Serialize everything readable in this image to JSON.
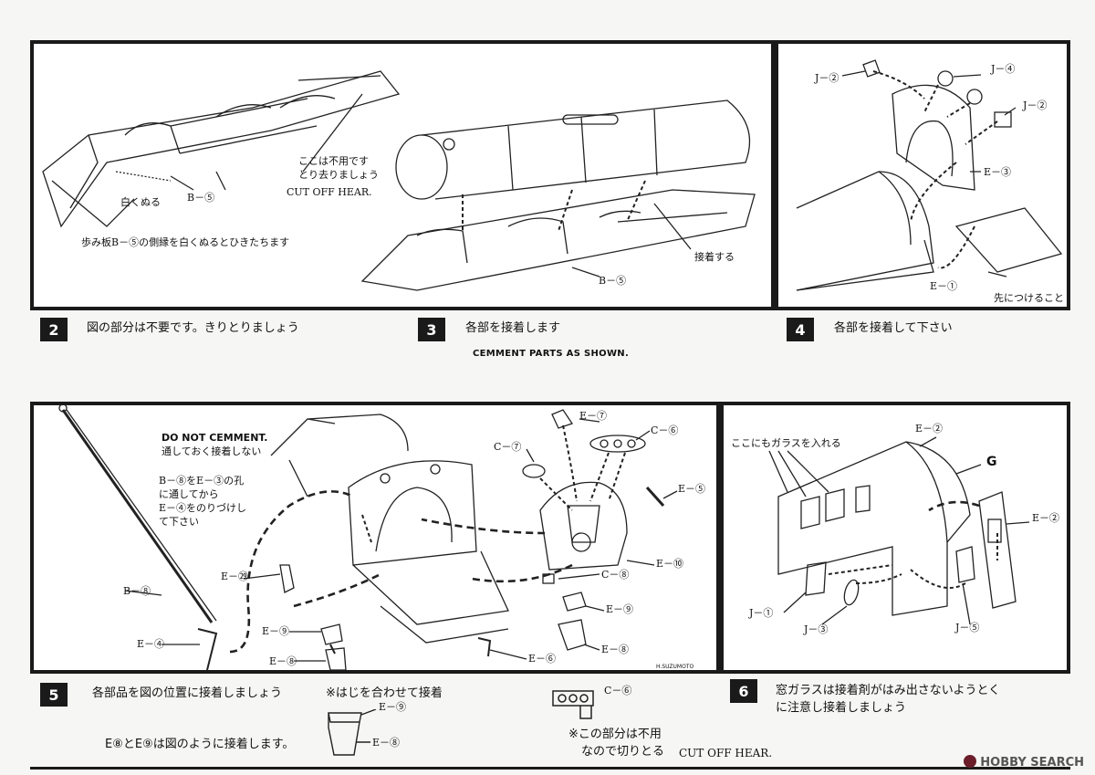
{
  "step2": {
    "number": "2",
    "caption": "図の部分は不要です。きりとりましょう",
    "labels": {
      "shiroku_nuru": "白くぬる",
      "b5": "B－⑤",
      "koko_fuyou_1": "ここは不用です",
      "koko_fuyou_2": "とり去りましょう",
      "cut_off": "CUT OFF HEAR.",
      "note": "歩み板B－⑤の側縁を白くぬるとひきたちます"
    }
  },
  "step3": {
    "number": "3",
    "caption": "各部を接着します",
    "english": "CEMMENT PARTS AS SHOWN.",
    "labels": {
      "secchaku": "接着する",
      "b5": "B－⑤"
    }
  },
  "step4": {
    "number": "4",
    "caption": "各部を接着して下さい",
    "labels": {
      "j2_left": "J－②",
      "j4": "J－④",
      "j2_right": "J－②",
      "e3": "E－③",
      "e1": "E－①",
      "saki": "先につけること"
    }
  },
  "step5": {
    "number": "5",
    "caption": "各部品を図の位置に接着しましょう",
    "note_e8e9": "E⑧とE⑨は図のように接着します。",
    "note_hashi": "※はじを合わせて接着",
    "note_fuyou_1": "※この部分は不用",
    "note_fuyou_2": "なので切りとる",
    "cut_off": "CUT OFF HEAR.",
    "labels": {
      "do_not": "DO NOT CEMMENT.",
      "tooshite": "通しておく接着しない",
      "b8_hole_1": "B－⑧をE－③の孔",
      "b8_hole_2": "に通してから",
      "b8_hole_3": "E－④をのりづけし",
      "b8_hole_4": "て下さい",
      "b8": "B－⑧",
      "e4": "E－④",
      "e29": "E－㉙",
      "e9_left": "E－⑨",
      "e8_left": "E－⑧",
      "e7": "E－⑦",
      "c6": "C－⑥",
      "c7": "C－⑦",
      "e5": "E－⑤",
      "c8": "C－⑧",
      "e10": "E－⑩",
      "e9_right": "E－⑨",
      "e8_right": "E－⑧",
      "e6": "E－⑥",
      "signature": "H.SUZUMOTO",
      "c6_bottom": "C－⑥",
      "e9_detail": "E－⑨",
      "e8_detail": "E－⑧"
    }
  },
  "step6": {
    "number": "6",
    "caption_1": "窓ガラスは接着剤がはみ出さないようとく",
    "caption_2": "に注意し接着しましょう",
    "labels": {
      "glass_note": "ここにもガラスを入れる",
      "e2_top": "E－②",
      "g": "G",
      "e2_right": "E－②",
      "j1": "J－①",
      "j3": "J－③",
      "j5": "J－⑤"
    }
  },
  "watermark": "HOBBY SEARCH"
}
